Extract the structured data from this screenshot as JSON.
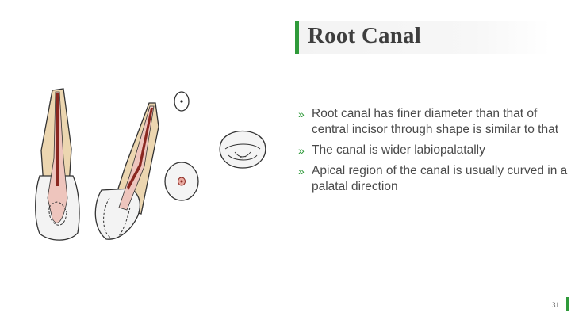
{
  "slide": {
    "title": "Root Canal",
    "bullets": [
      "Root canal has finer diameter than that of central incisor through shape is similar to that",
      "The canal is wider labiopalatally",
      "Apical region of the canal is usually curved in a palatal direction"
    ],
    "bullet_mark": "»",
    "page_number": "31",
    "accent_color": "#2f9a3a"
  }
}
